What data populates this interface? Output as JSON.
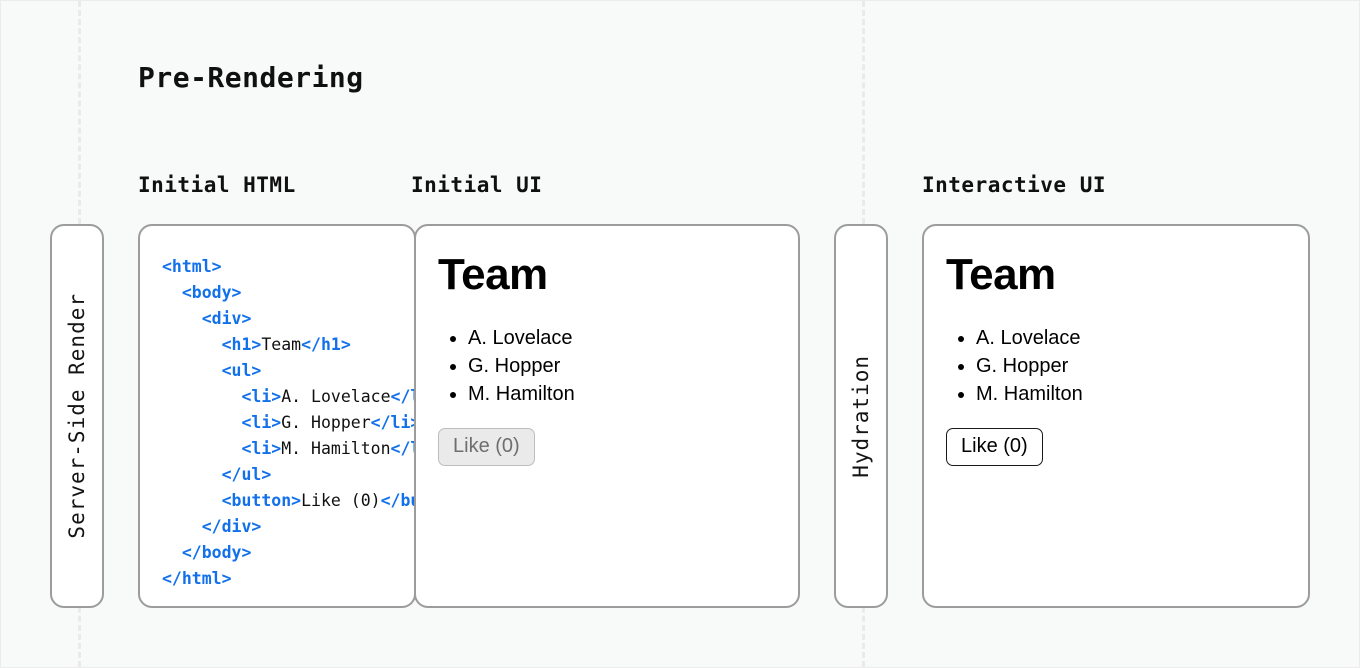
{
  "title": "Pre-Rendering",
  "guides": {
    "count": 2
  },
  "columns": {
    "initial_html": "Initial HTML",
    "initial_ui": "Initial UI",
    "interactive_ui": "Interactive UI"
  },
  "phases": [
    {
      "id": "server-side-render",
      "label": "Server-Side Render"
    },
    {
      "id": "hydration",
      "label": "Hydration"
    }
  ],
  "code": {
    "language": "html",
    "tag_color": "#1271ea",
    "text_color": "#101010",
    "lines": [
      {
        "indent": 0,
        "parts": [
          {
            "type": "tag",
            "text": "<html>"
          }
        ]
      },
      {
        "indent": 1,
        "parts": [
          {
            "type": "tag",
            "text": "<body>"
          }
        ]
      },
      {
        "indent": 2,
        "parts": [
          {
            "type": "tag",
            "text": "<div>"
          }
        ]
      },
      {
        "indent": 3,
        "parts": [
          {
            "type": "tag",
            "text": "<h1>"
          },
          {
            "type": "txt",
            "text": "Team"
          },
          {
            "type": "tag",
            "text": "</h1>"
          }
        ]
      },
      {
        "indent": 3,
        "parts": [
          {
            "type": "tag",
            "text": "<ul>"
          }
        ]
      },
      {
        "indent": 4,
        "parts": [
          {
            "type": "tag",
            "text": "<li>"
          },
          {
            "type": "txt",
            "text": "A. Lovelace"
          },
          {
            "type": "tag",
            "text": "</li>"
          }
        ]
      },
      {
        "indent": 4,
        "parts": [
          {
            "type": "tag",
            "text": "<li>"
          },
          {
            "type": "txt",
            "text": "G. Hopper"
          },
          {
            "type": "tag",
            "text": "</li>"
          }
        ]
      },
      {
        "indent": 4,
        "parts": [
          {
            "type": "tag",
            "text": "<li>"
          },
          {
            "type": "txt",
            "text": "M. Hamilton"
          },
          {
            "type": "tag",
            "text": "</li>"
          }
        ]
      },
      {
        "indent": 3,
        "parts": [
          {
            "type": "tag",
            "text": "</ul>"
          }
        ]
      },
      {
        "indent": 3,
        "parts": [
          {
            "type": "tag",
            "text": "<button>"
          },
          {
            "type": "txt",
            "text": "Like (0)"
          },
          {
            "type": "tag",
            "text": "</button>"
          }
        ]
      },
      {
        "indent": 2,
        "parts": [
          {
            "type": "tag",
            "text": "</div>"
          }
        ]
      },
      {
        "indent": 1,
        "parts": [
          {
            "type": "tag",
            "text": "</body>"
          }
        ]
      },
      {
        "indent": 0,
        "parts": [
          {
            "type": "tag",
            "text": "</html>"
          }
        ]
      }
    ]
  },
  "ui_initial": {
    "heading": "Team",
    "members": [
      "A. Lovelace",
      "G. Hopper",
      "M. Hamilton"
    ],
    "button_label": "Like (0)",
    "button_state": "disabled"
  },
  "ui_interactive": {
    "heading": "Team",
    "members": [
      "A. Lovelace",
      "G. Hopper",
      "M. Hamilton"
    ],
    "button_label": "Like (0)",
    "button_state": "enabled"
  }
}
